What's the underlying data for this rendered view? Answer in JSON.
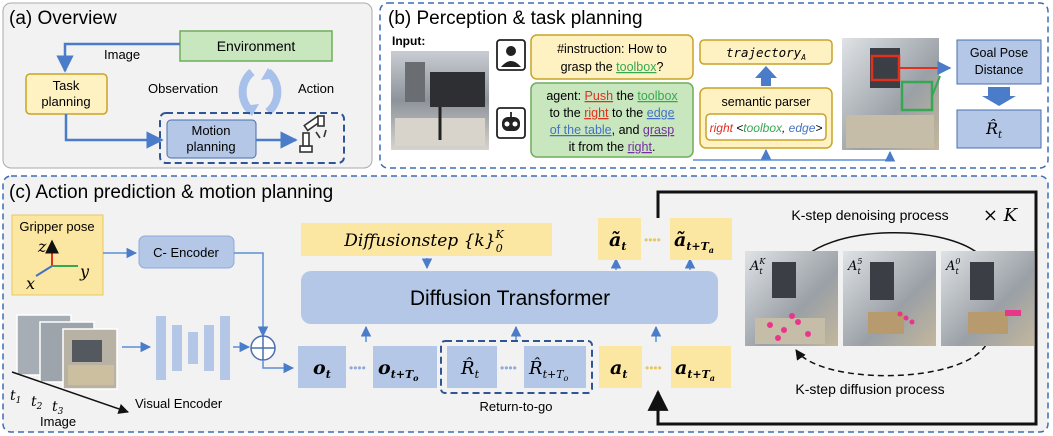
{
  "panel_a": {
    "title": "(a) Overview",
    "environment": "Environment",
    "image_label": "Image",
    "task_planning_l1": "Task",
    "task_planning_l2": "planning",
    "observation": "Observation",
    "action": "Action",
    "motion_planning_l1": "Motion",
    "motion_planning_l2": "planning"
  },
  "panel_b": {
    "title": "(b) Perception & task planning",
    "input_label": "Input:",
    "instruction_l1": "#instruction: How to",
    "instruction_l2_pre": "grasp the ",
    "instruction_l2_obj": "toolbox",
    "instruction_l2_post": "?",
    "agent_l1_a": "agent: ",
    "agent_l1_b": "Push",
    "agent_l1_c": " the ",
    "agent_l1_d": "toolbox",
    "agent_l2_a": "to the ",
    "agent_l2_b": "right",
    "agent_l2_c": " to the ",
    "agent_l2_d": "edge",
    "agent_l3_a": "of the table",
    "agent_l3_b": ", and ",
    "agent_l3_c": "grasp",
    "agent_l4_a": "it from the ",
    "agent_l4_b": "right",
    "agent_l4_c": ".",
    "trajectory": "trajectory",
    "trajectory_sub": "A",
    "semantic_parser": "semantic parser",
    "parser_out_a": "right",
    "parser_out_b": " <",
    "parser_out_c": "toolbox",
    "parser_out_d": ", ",
    "parser_out_e": "edge",
    "parser_out_f": ">",
    "goal_l1": "Goal Pose",
    "goal_l2": "Distance",
    "r_hat": "R̂",
    "r_sub": "t"
  },
  "panel_c": {
    "title": "(c) Action prediction & motion planning",
    "gripper_pose": "Gripper pose",
    "axis_z": "z",
    "axis_x": "x",
    "axis_y": "y",
    "c_encoder": "C- Encoder",
    "visual_encoder": "Visual Encoder",
    "image_label": "Image",
    "t1": "t",
    "t1_sub": "1",
    "t2": "t",
    "t2_sub": "2",
    "t3": "t",
    "t3_sub": "3",
    "diffusion_step": "Diffusionstep {k}",
    "diffusion_step_sup": "K",
    "diffusion_step_sub": "0",
    "diffusion_transformer": "Diffusion Transformer",
    "o_t": "o",
    "o_t_sub": "t",
    "o_tTo": "o",
    "o_tTo_sub": "t+T",
    "o_tTo_subsub": "o",
    "R_t": "R̂",
    "R_t_sub": "t",
    "R_tTo": "R̂",
    "R_tTo_sub": "t+T",
    "R_tTo_subsub": "o",
    "return_to_go": "Return-to-go",
    "a_t": "a",
    "a_t_sub": "t",
    "a_tTa": "a",
    "a_tTa_sub": "t+T",
    "a_tTa_subsub": "a",
    "at_tilde": "ã",
    "at_tilde_sub": "t",
    "at_tilde_Ta": "ã",
    "at_tilde_Ta_sub": "t+T",
    "at_tilde_Ta_subsub": "a",
    "denoising": "K-step denoising process",
    "diffusion_process": "K-step diffusion process",
    "times_k": "× K",
    "AK": "A",
    "AK_sup": "K",
    "AK_sub": "t",
    "A5": "A",
    "A5_sup": "5",
    "A5_sub": "t",
    "A0": "A",
    "A0_sup": "0",
    "A0_sub": "t"
  },
  "colors": {
    "blue_dash": "#3e6bb5",
    "arrow_blue": "#5b8fd6",
    "green_box": "#c9e7bf",
    "green_border": "#6dae5a",
    "yellow_box": "#fff2c2",
    "yellow_border": "#c9a227",
    "blue_box": "#b4c7e7",
    "gold_box": "#fbe7a1",
    "panel_bg": "#f2f2f2",
    "red_text": "#e0301e",
    "green_text": "#36a853",
    "blue_text": "#4472c4",
    "purple_text": "#7030a0"
  }
}
